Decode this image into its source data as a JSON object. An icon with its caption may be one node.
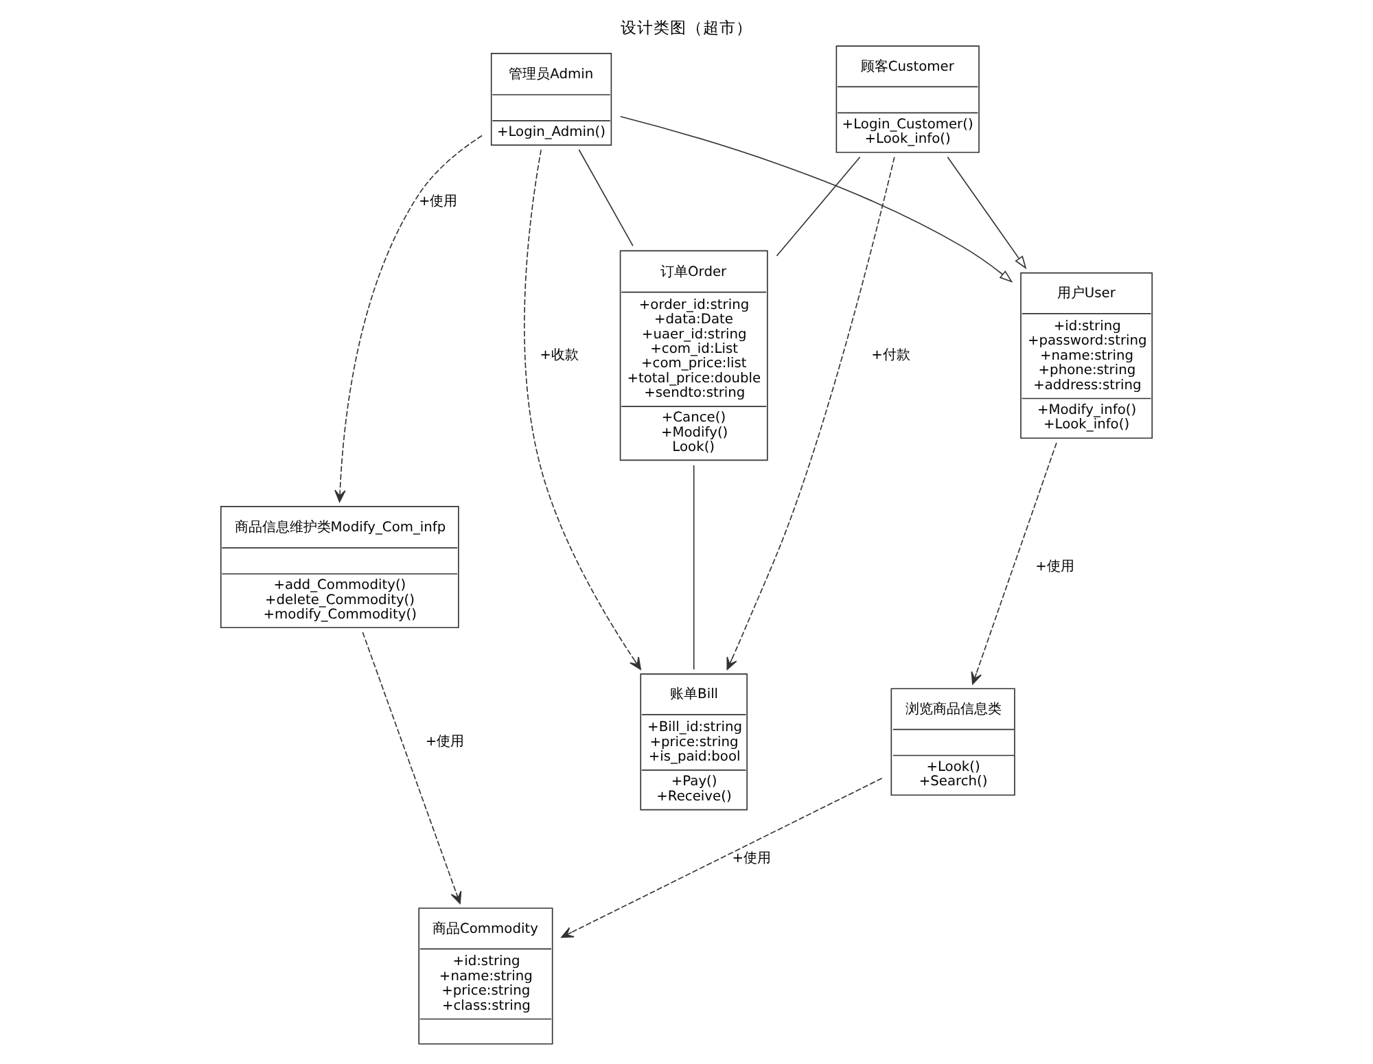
{
  "diagram": {
    "title": "设计类图（超市）",
    "nodes": [
      {
        "text": [
          "用户User",
          "+id:string +password:string +name:string +phone:string +address:string",
          "+Modify_info() +Look_info()"
        ]
      },
      {
        "text": [
          "浏览商品信息类",
          "+Look() +Search()"
        ]
      },
      {
        "text": [
          "顾客Customer",
          "+Login_Customer() +Look_info()"
        ]
      },
      {
        "text": [
          "管理员Admin",
          "+Login_Admin()"
        ]
      },
      {
        "text": [
          "商品Commodity",
          "+id:string +name:string +price:string +class:string"
        ]
      },
      {
        "text": [
          "订单Order",
          "+order_id:string +data:Date +uaer_id:string +com_id:List +com_price:list +total_price:double +sendto:string",
          "+Cance() +Modify() Look()"
        ]
      },
      {
        "text": [
          "账单Bill",
          "+Bill_id:string +price:string +is_paid:bool",
          "+Pay() +Receive()"
        ]
      },
      {
        "text": [
          "商品信息维护类Modify_Com_infp",
          "+add_Commodity() +delete_Commodity() +modify_Commodity()"
        ]
      }
    ],
    "edges": [
      {
        "from": 0,
        "to": 1,
        "arrow": "to",
        "label": "+使用",
        "style": "dashed"
      },
      {
        "from": 1,
        "to": 4,
        "arrow": "to",
        "label": "+使用",
        "style": "dashed"
      },
      {
        "from": 2,
        "to": 0,
        "arrow": "to"
      },
      {
        "from": 3,
        "to": 0,
        "arrow": "to"
      },
      {
        "from": 2,
        "to": 5,
        "arrow": "none"
      },
      {
        "from": 2,
        "to": 6,
        "arrow": "to",
        "label": "+付款",
        "style": "dashed"
      },
      {
        "from": 3,
        "to": 5,
        "arrow": "none"
      },
      {
        "from": 3,
        "to": 6,
        "arrow": "to",
        "label": "+收款",
        "style": "dashed"
      },
      {
        "from": 3,
        "to": 7,
        "arrow": "to",
        "label": "+使用",
        "style": "dashed"
      },
      {
        "from": 7,
        "to": 4,
        "arrow": "to",
        "label": "+使用",
        "style": "dashed"
      },
      {
        "from": 5,
        "to": 6,
        "arrow": "none"
      }
    ]
  }
}
